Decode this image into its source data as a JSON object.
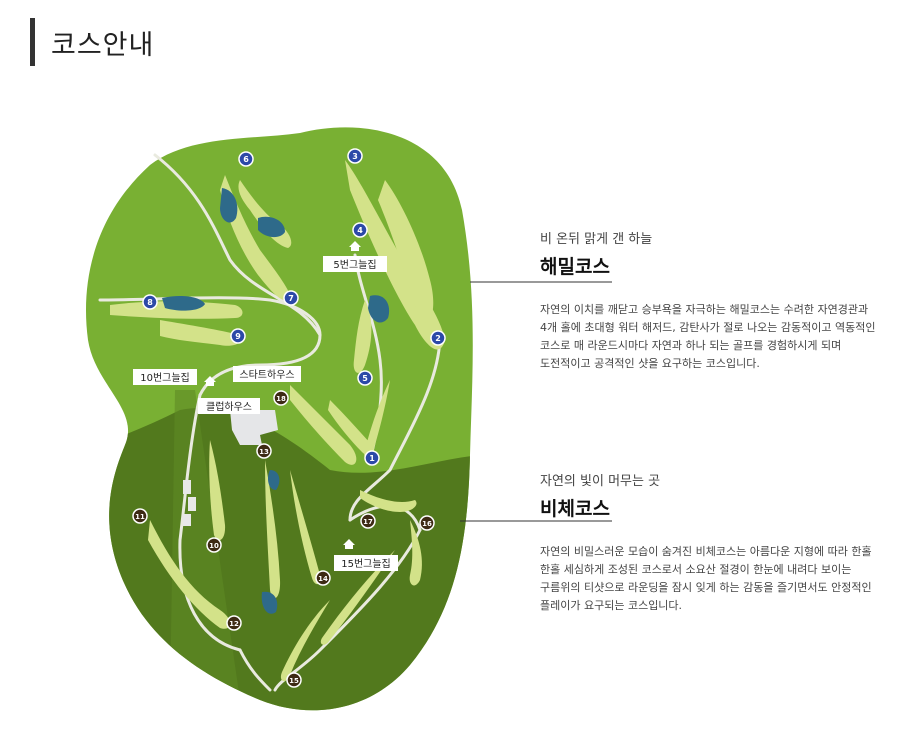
{
  "header": {
    "title": "코스안내"
  },
  "courses": [
    {
      "tagline": "비 온뒤 맑게 갠 하늘",
      "name": "해밀코스",
      "desc": [
        "자연의 이치를 깨닫고 승부욕을 자극하는 해밀코스는 수려한 자연경관과",
        "4개 홀에 초대형 워터 해저드, 감탄사가 절로 나오는 감동적이고 역동적인",
        "코스로 매 라운드시마다 자연과 하나 되는 골프를 경험하시게 되며",
        "도전적이고 공격적인 샷을 요구하는 코스입니다."
      ]
    },
    {
      "tagline": "자연의 빛이 머무는 곳",
      "name": "비체코스",
      "desc": [
        "자연의 비밀스러운 모습이 숨겨진 비체코스는 아름다운 지형에 따라 한홀",
        "한홀 세심하게 조성된 코스로서 소요산 절경이 한눈에 내려다 보이는",
        "구름위의 티샷으로 라운딩을 잠시 잊게 하는 감동을 즐기면서도 안정적인",
        "플레이가 요구되는 코스입니다."
      ]
    }
  ],
  "map": {
    "labels": {
      "rest5": "5번그늘집",
      "rest10": "10번그늘집",
      "start": "스타트하우스",
      "club": "클럽하우스",
      "rest15": "15번그늘집"
    },
    "holes": [
      "1",
      "2",
      "3",
      "4",
      "5",
      "6",
      "7",
      "8",
      "9",
      "10",
      "11",
      "12",
      "13",
      "14",
      "15",
      "16",
      "17",
      "18"
    ],
    "colors": {
      "haemil_hole": "#2c49a8",
      "biche_hole": "#3d2a14",
      "upper_green": "#79b033",
      "lower_green": "#52791d",
      "fairway": "#d3e289",
      "water": "#2e6a8a"
    }
  }
}
